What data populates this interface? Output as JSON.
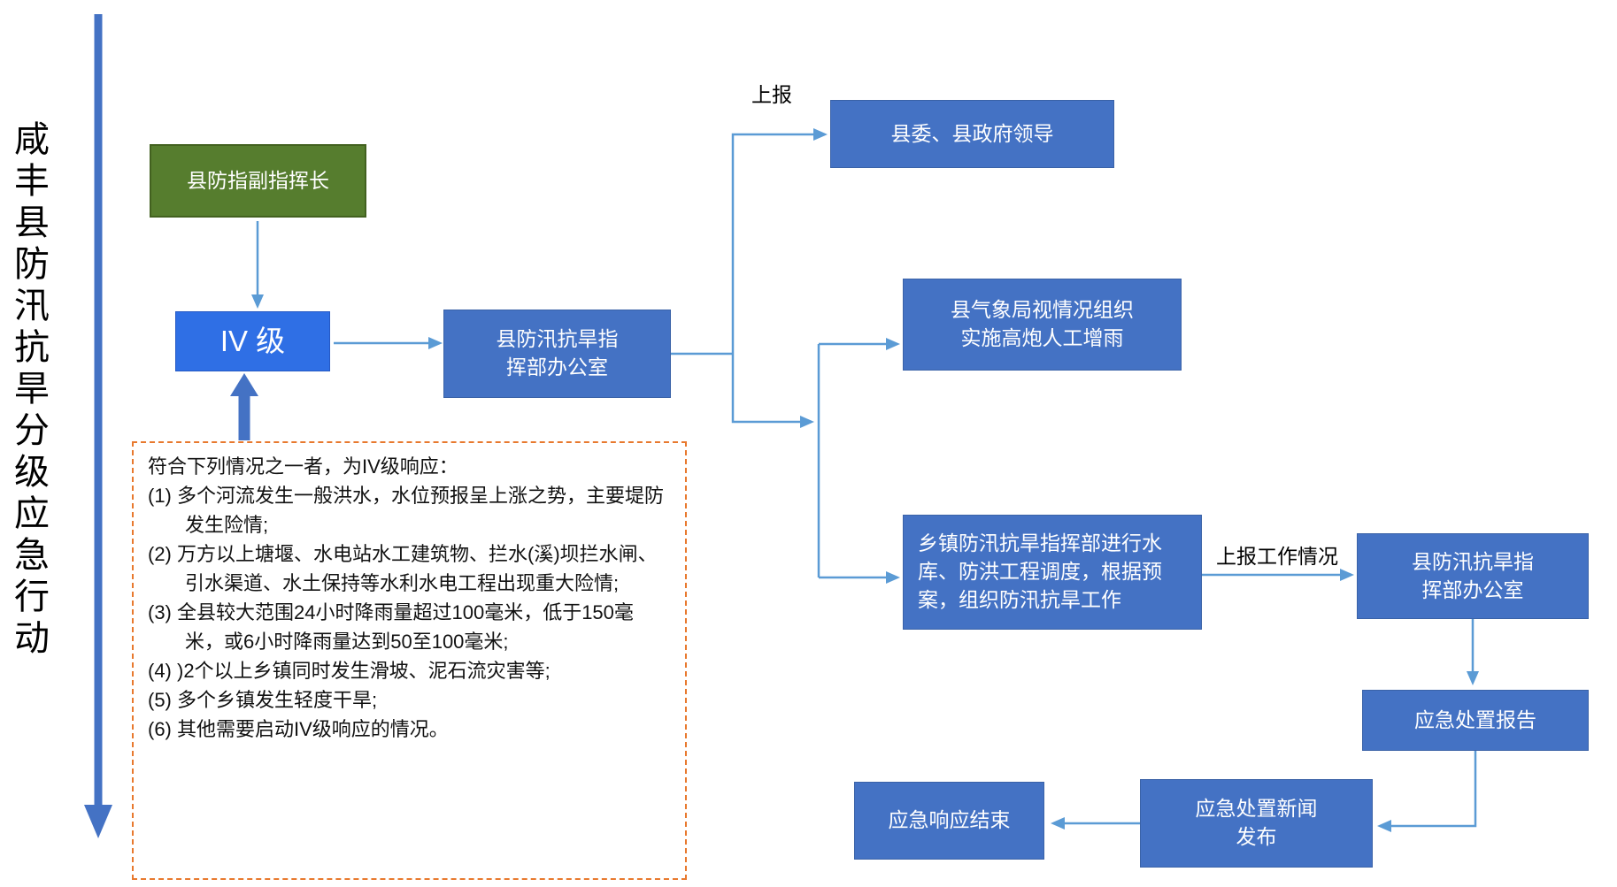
{
  "title": "咸丰县防汛抗旱分级应急行动",
  "colors": {
    "blue_node": "#4472C4",
    "bright_blue_node": "#2F6FE5",
    "green_node": "#567D2E",
    "dashed_border": "#E8792E",
    "thin_arrow": "#5B9BD5",
    "thick_arrow": "#4472C4"
  },
  "nodes": {
    "deputy_commander": "县防指副指挥长",
    "level_iv": "IV 级",
    "county_office_1": "县防汛抗旱指\n挥部办公室",
    "county_leaders": "县委、县政府领导",
    "meteorology": "县气象局视情况组织\n实施高炮人工增雨",
    "township": "乡镇防汛抗旱指挥部进行水\n库、防洪工程调度，根据预\n案，组织防汛抗旱工作",
    "county_office_2": "县防汛抗旱指\n挥部办公室",
    "response_report": "应急处置报告",
    "news_release": "应急处置新闻\n发布",
    "response_end": "应急响应结束"
  },
  "edge_labels": {
    "report_up": "上报",
    "report_work": "上报工作情况"
  },
  "conditions": {
    "header": "符合下列情况之一者，为IV级响应：",
    "items": [
      {
        "num": "(1)",
        "text": "多个河流发生一般洪水，水位预报呈上涨之势，主要堤防发生险情;"
      },
      {
        "num": "(2)",
        "text": "万方以上塘堰、水电站水工建筑物、拦水(溪)坝拦水闸、引水渠道、水土保持等水利水电工程出现重大险情;"
      },
      {
        "num": "(3)",
        "text": "全县较大范围24小时降雨量超过100毫米，低于150毫米，或6小时降雨量达到50至100毫米;"
      },
      {
        "num": "(4)",
        "text": ")2个以上乡镇同时发生滑坡、泥石流灾害等;"
      },
      {
        "num": "(5)",
        "text": "多个乡镇发生轻度干旱;"
      },
      {
        "num": "(6)",
        "text": "其他需要启动IV级响应的情况。"
      }
    ]
  }
}
